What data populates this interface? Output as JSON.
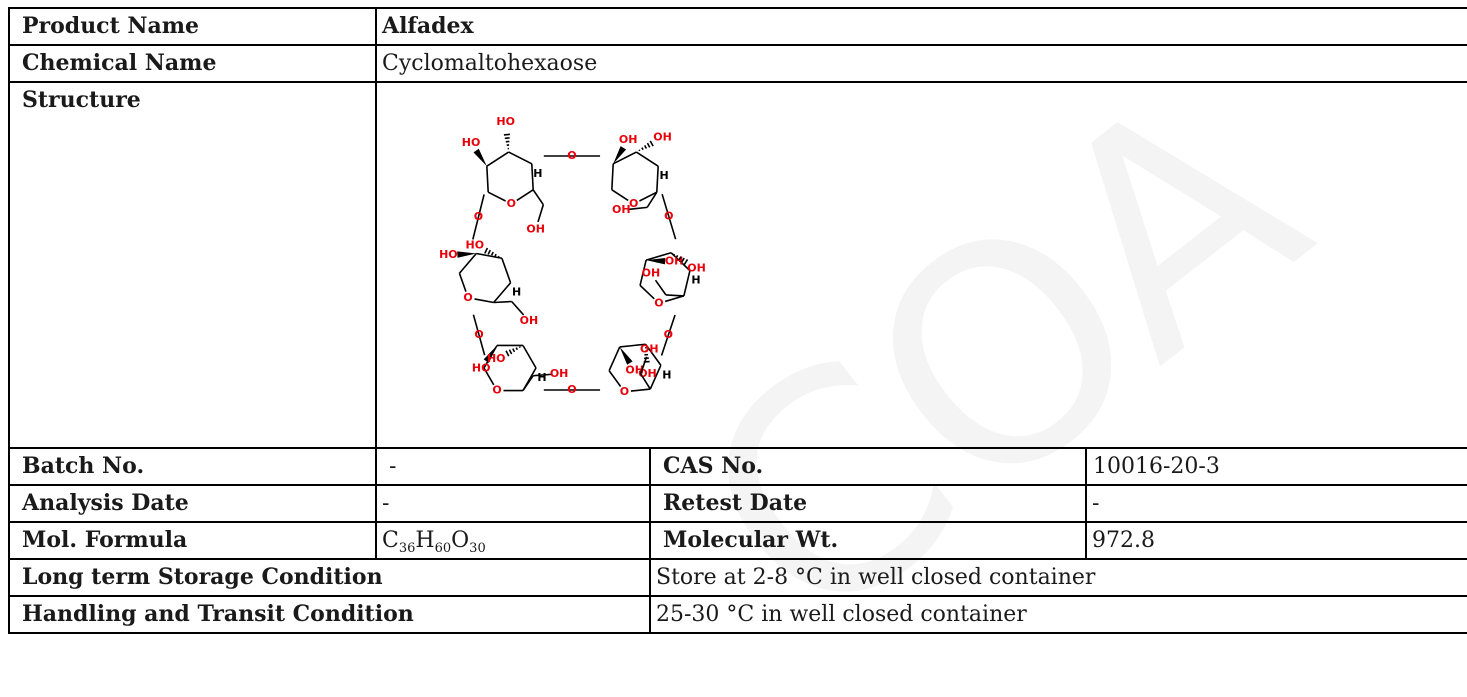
{
  "watermark": "COA",
  "rows": {
    "product_name": {
      "label": "Product Name",
      "value": "Alfadex"
    },
    "chemical_name": {
      "label": "Chemical Name",
      "value": "Cyclomaltohexaose"
    },
    "structure": {
      "label": "Structure",
      "atom_labels": [
        "OH",
        "HO",
        "O",
        "H"
      ]
    },
    "batch_no": {
      "label": "Batch No.",
      "value": "-"
    },
    "cas_no": {
      "label": "CAS No.",
      "value": "10016-20-3"
    },
    "analysis_date": {
      "label": "Analysis Date",
      "value": "-"
    },
    "retest_date": {
      "label": "Retest Date",
      "value": "-"
    },
    "mol_formula": {
      "label": "Mol. Formula",
      "parts": [
        {
          "el": "C",
          "n": "36"
        },
        {
          "el": "H",
          "n": "60"
        },
        {
          "el": "O",
          "n": "30"
        }
      ]
    },
    "molecular_wt": {
      "label": "Molecular Wt.",
      "value": "972.8"
    },
    "long_term_storage": {
      "label": "Long term Storage Condition",
      "value": "Store at 2-8 °C in well closed container"
    },
    "handling_transit": {
      "label": "Handling and Transit Condition",
      "value": "25-30 °C in well closed container"
    }
  },
  "colors": {
    "oxygen": "#e8000b",
    "bond": "#000000",
    "border": "#000000",
    "watermark": "#f4f4f4"
  }
}
